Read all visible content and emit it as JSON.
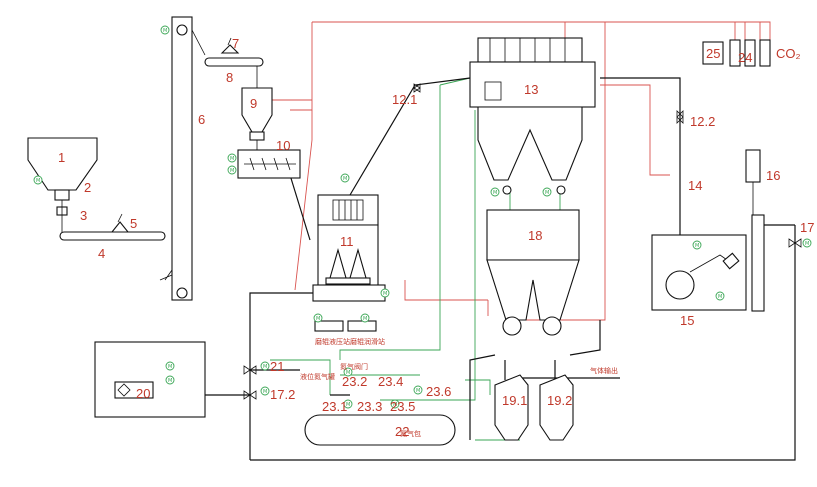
{
  "diagram": {
    "equipment_labels": {
      "n1": "1",
      "n2": "2",
      "n3": "3",
      "n4": "4",
      "n5": "5",
      "n6": "6",
      "n7": "7",
      "n8": "8",
      "n9": "9",
      "n10": "10",
      "n11": "11",
      "n12_1": "12.1",
      "n12_2": "12.2",
      "n13": "13",
      "n14": "14",
      "n15": "15",
      "n16": "16",
      "n17": "17",
      "n17_2": "17.2",
      "n18": "18",
      "n19_1": "19.1",
      "n19_2": "19.2",
      "n20": "20",
      "n21": "21",
      "n22": "22",
      "n23_1": "23.1",
      "n23_2": "23.2",
      "n23_3": "23.3",
      "n23_4": "23.4",
      "n23_5": "23.5",
      "n23_6": "23.6",
      "n24": "24",
      "n25": "25",
      "co2": "CO₂"
    },
    "annotations": {
      "tank_22": "氮气包",
      "mill_left": "磨辊液压站",
      "mill_right": "磨辊润滑站",
      "pipe_top": "氮气阀门",
      "pipe_left": "液位氮气罐",
      "gas_out": "气体输出"
    },
    "motor_symbol": "M",
    "colors": {
      "process_line": "#111111",
      "signal_line": "#d9534f",
      "nitrogen_line": "#3aa655",
      "label": "#c0392b"
    }
  }
}
